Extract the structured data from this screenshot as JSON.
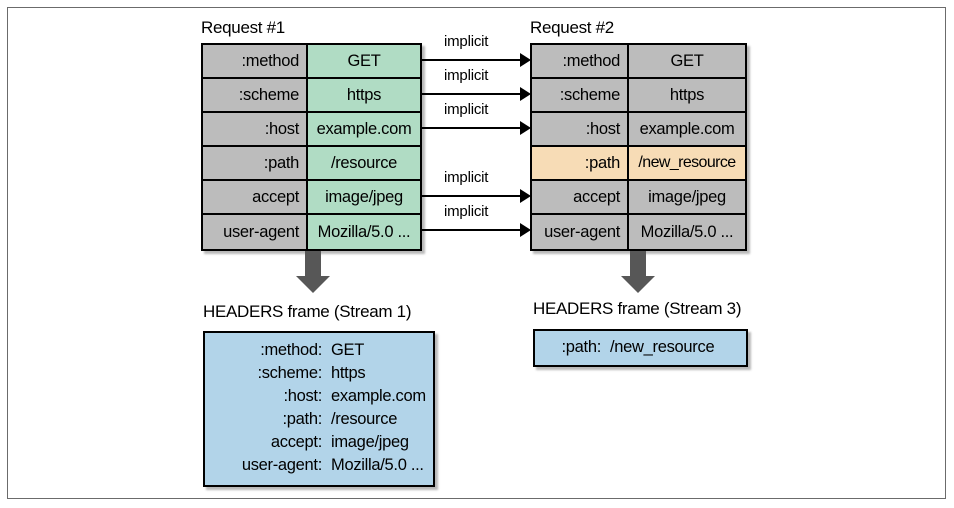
{
  "figure": {
    "type": "diagram",
    "description": "HTTP/2 header compression diagram: two requests and resulting HEADERS frames",
    "colors": {
      "cell_gray": "#bcbcbc",
      "cell_green": "#b0dcc4",
      "cell_orange": "#f7dcb6",
      "frame_blue": "#b2d4e9",
      "arrow_gray": "#575757",
      "border_black": "#000000"
    }
  },
  "request1": {
    "title": "Request #1",
    "rows": [
      {
        "key": ":method",
        "value": "GET",
        "value_fill": "green"
      },
      {
        "key": ":scheme",
        "value": "https",
        "value_fill": "green"
      },
      {
        "key": ":host",
        "value": "example.com",
        "value_fill": "green"
      },
      {
        "key": ":path",
        "value": "/resource",
        "value_fill": "green"
      },
      {
        "key": "accept",
        "value": "image/jpeg",
        "value_fill": "green"
      },
      {
        "key": "user-agent",
        "value": "Mozilla/5.0 ...",
        "value_fill": "green"
      }
    ]
  },
  "request2": {
    "title": "Request #2",
    "rows": [
      {
        "key": ":method",
        "value": "GET",
        "key_fill": "gray",
        "value_fill": "gray"
      },
      {
        "key": ":scheme",
        "value": "https",
        "key_fill": "gray",
        "value_fill": "gray"
      },
      {
        "key": ":host",
        "value": "example.com",
        "key_fill": "gray",
        "value_fill": "gray"
      },
      {
        "key": ":path",
        "value": "/new_resource",
        "key_fill": "orange",
        "value_fill": "orange"
      },
      {
        "key": "accept",
        "value": "image/jpeg",
        "key_fill": "gray",
        "value_fill": "gray"
      },
      {
        "key": "user-agent",
        "value": "Mozilla/5.0 ...",
        "key_fill": "gray",
        "value_fill": "gray"
      }
    ]
  },
  "implicit_arrows": [
    {
      "label": "implicit",
      "from_row": ":method"
    },
    {
      "label": "implicit",
      "from_row": ":scheme"
    },
    {
      "label": "implicit",
      "from_row": ":host"
    },
    {
      "label": "implicit",
      "from_row": "accept"
    },
    {
      "label": "implicit",
      "from_row": "user-agent"
    }
  ],
  "frame1": {
    "title": "HEADERS frame (Stream 1)",
    "rows": [
      {
        "key": ":method:",
        "value": "GET"
      },
      {
        "key": ":scheme:",
        "value": "https"
      },
      {
        "key": ":host:",
        "value": "example.com"
      },
      {
        "key": ":path:",
        "value": "/resource"
      },
      {
        "key": "accept:",
        "value": "image/jpeg"
      },
      {
        "key": "user-agent:",
        "value": "Mozilla/5.0 ..."
      }
    ]
  },
  "frame2": {
    "title": "HEADERS frame (Stream 3)",
    "rows": [
      {
        "key": ":path:",
        "value": "/new_resource"
      }
    ]
  }
}
